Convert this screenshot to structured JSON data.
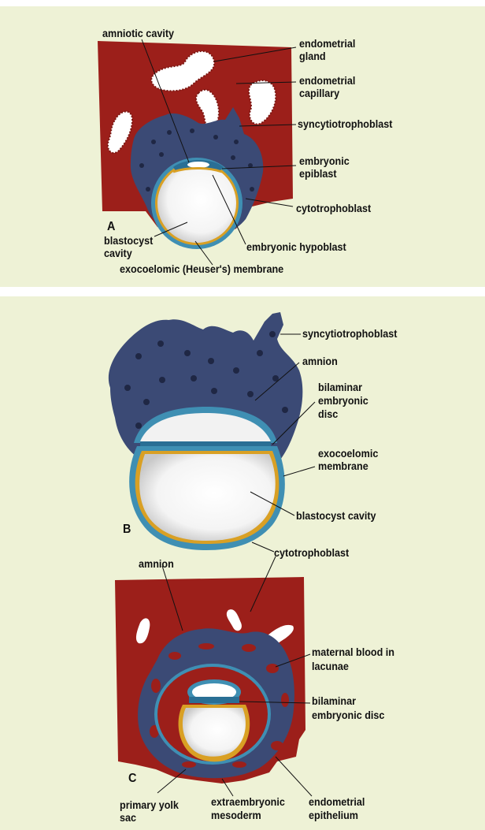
{
  "colors": {
    "background": "#eef2d6",
    "endometrium": "#9c1f1a",
    "syncytiotrophoblast": "#3b4a75",
    "cytotrophoblast": "#3f8fb3",
    "hypoblast": "#d9a024",
    "cavity": "#ffffff"
  },
  "panelA": {
    "letter": "A",
    "labels": {
      "amniotic_cavity": "amniotic cavity",
      "endometrial_gland_1": "endometrial",
      "endometrial_gland_2": "gland",
      "endometrial_capillary_1": "endometrial",
      "endometrial_capillary_2": "capillary",
      "syncytiotrophoblast": "syncytiotrophoblast",
      "embryonic_epiblast_1": "embryonic",
      "embryonic_epiblast_2": "epiblast",
      "cytotrophoblast": "cytotrophoblast",
      "blastocyst_cavity_1": "blastocyst",
      "blastocyst_cavity_2": "cavity",
      "embryonic_hypoblast": "embryonic hypoblast",
      "exocoelomic_membrane": "exocoelomic (Heuser's) membrane"
    }
  },
  "panelB": {
    "letter": "B",
    "labels": {
      "syncytiotrophoblast": "syncytiotrophoblast",
      "amnion": "amnion",
      "bilaminar_1": "bilaminar",
      "bilaminar_2": "embryonic",
      "bilaminar_3": "disc",
      "exocoelomic_1": "exocoelomic",
      "exocoelomic_2": "membrane",
      "blastocyst_cavity": "blastocyst cavity",
      "cytotrophoblast": "cytotrophoblast"
    }
  },
  "panelC": {
    "letter": "C",
    "labels": {
      "amnion": "amnion",
      "maternal_blood_1": "maternal blood in",
      "maternal_blood_2": "lacunae",
      "bilaminar_1": "bilaminar",
      "bilaminar_2": "embryonic disc",
      "primary_yolk_1": "primary yolk",
      "primary_yolk_2": "sac",
      "extraembryonic_1": "extraembryonic",
      "extraembryonic_2": "mesoderm",
      "endometrial_epithelium_1": "endometrial",
      "endometrial_epithelium_2": "epithelium"
    }
  }
}
